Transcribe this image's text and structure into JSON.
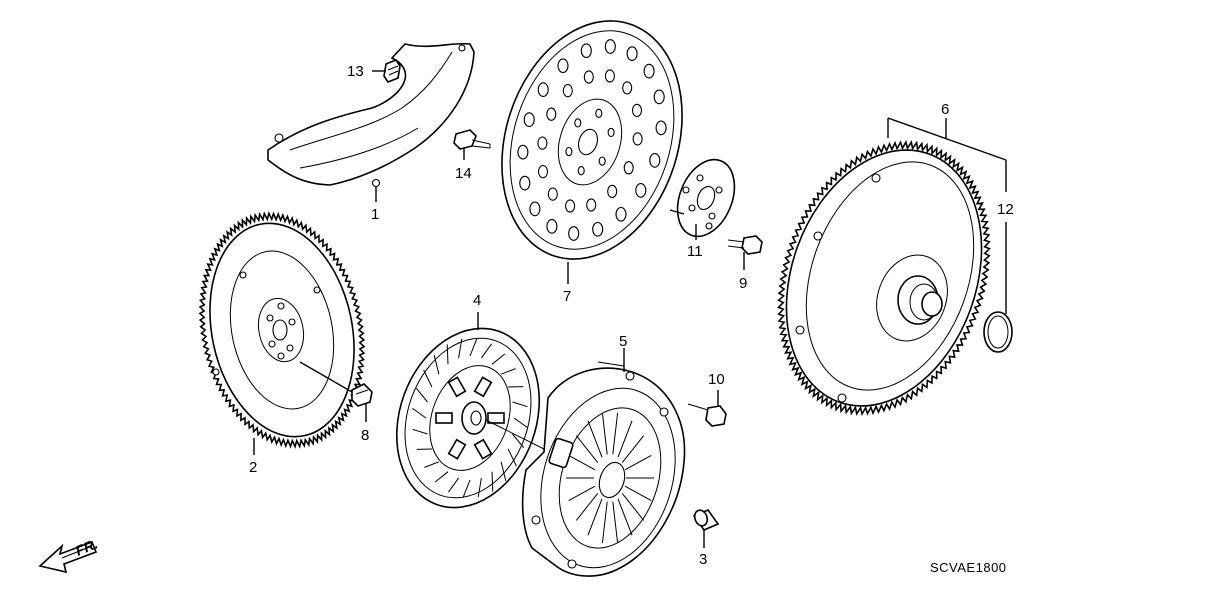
{
  "diagram": {
    "code": "SCVAE1800",
    "direction": "FR.",
    "parts": [
      {
        "id": "p1",
        "label": "1"
      },
      {
        "id": "p2",
        "label": "2"
      },
      {
        "id": "p3",
        "label": "3"
      },
      {
        "id": "p4",
        "label": "4"
      },
      {
        "id": "p5",
        "label": "5"
      },
      {
        "id": "p6",
        "label": "6"
      },
      {
        "id": "p7",
        "label": "7"
      },
      {
        "id": "p8",
        "label": "8"
      },
      {
        "id": "p9",
        "label": "9"
      },
      {
        "id": "p10",
        "label": "10"
      },
      {
        "id": "p11",
        "label": "11"
      },
      {
        "id": "p12",
        "label": "12"
      },
      {
        "id": "p13",
        "label": "13"
      },
      {
        "id": "p14",
        "label": "14"
      }
    ]
  }
}
